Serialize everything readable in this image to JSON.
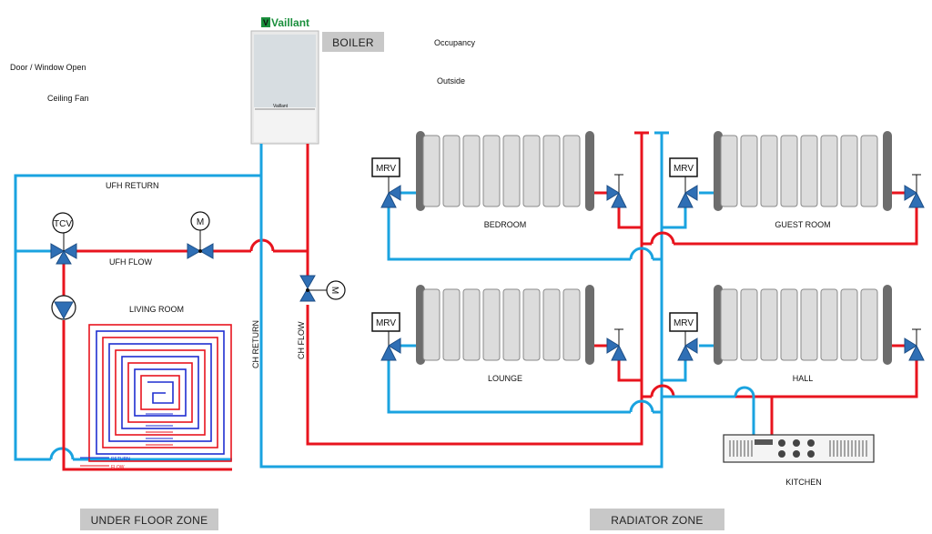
{
  "boiler": {
    "brand": "Vaillant",
    "label": "BOILER",
    "badge": "Vaillant"
  },
  "sensors": {
    "door_window": "Door / Window Open",
    "ceiling_fan": "Ceiling Fan",
    "occupancy": "Occupancy",
    "outside": "Outside"
  },
  "ufh": {
    "return_label": "UFH RETURN",
    "flow_label": "UFH FLOW",
    "tcv": "TCV",
    "motor": "M",
    "room": "LIVING ROOM",
    "coil_return": "RETURN",
    "coil_flow": "FLOW"
  },
  "central": {
    "ch_return": "CH RETURN",
    "ch_flow": "CH FLOW",
    "motor": "M"
  },
  "radiators": {
    "mrv": "MRV",
    "rooms": [
      "BEDROOM",
      "GUEST ROOM",
      "LOUNGE",
      "HALL"
    ],
    "kitchen": "KITCHEN"
  },
  "zones": {
    "under_floor": "UNDER FLOOR ZONE",
    "radiator": "RADIATOR ZONE"
  },
  "colors": {
    "flow": "#e8141e",
    "return": "#1aa3e0",
    "valve": "#2f6fb5",
    "zone_label_bg": "#c8c8c8"
  }
}
